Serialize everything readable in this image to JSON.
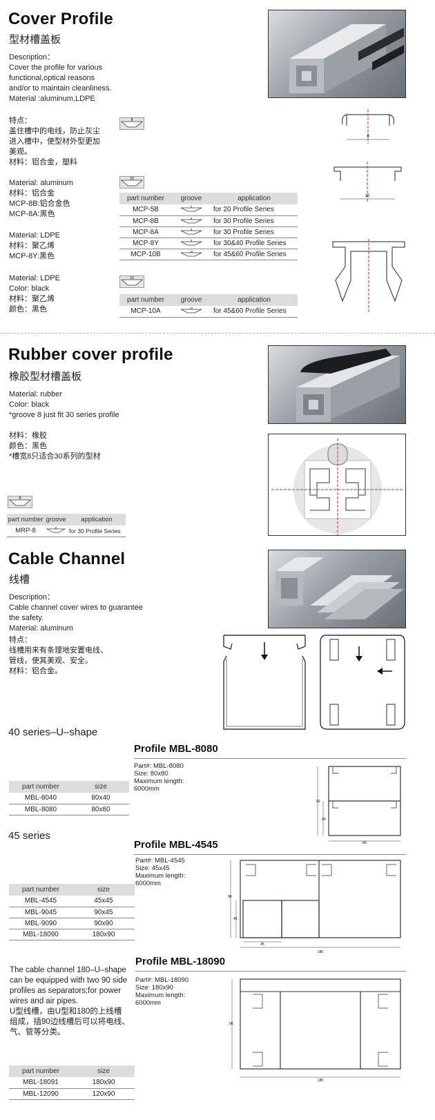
{
  "cover": {
    "title": "Cover Profile",
    "title_cn": "型材槽盖板",
    "desc": [
      "Description：",
      "Cover the profile for various",
      "functional,optical reasons",
      "and/or to maintain cleanliness.",
      "Material :aluminum,LDPE"
    ],
    "desc_cn": [
      "特点：",
      "盖住槽中的电线，防止灰尘",
      "进入槽中，使型材外型更加",
      "美观。",
      "材料：铝合金，塑料"
    ],
    "mat1": [
      "Material: aluminum",
      "材料：铝合金",
      "MCP-8B:铝合金色",
      "MCP-8A:黑色"
    ],
    "mat2": [
      "Material: LDPE",
      "材料：聚乙烯",
      "MCP-8Y:黑色"
    ],
    "mat3": [
      "Material: LDPE",
      "Color: black",
      "材料：聚乙烯",
      "颜色：黑色"
    ],
    "icon8": "8",
    "icon10": "10",
    "dim8": "8",
    "dim10": "10",
    "table1": {
      "headers": [
        "part number",
        "groove",
        "application"
      ],
      "rows": [
        {
          "part": "MCP-5B",
          "groove": "5",
          "app": "for 20 Profile Series"
        },
        {
          "part": "MCP-8B",
          "groove": "8",
          "app": "for 30 Profile Series"
        },
        {
          "part": "MCP-8A",
          "groove": "8",
          "app": "for 30 Profile Series"
        },
        {
          "part": "MCP-8Y",
          "groove": "8",
          "app": "for 30&40 Profile Series"
        },
        {
          "part": "MCP-10B",
          "groove": "10",
          "app": "for 45&60 Profile Series"
        }
      ]
    },
    "table2": {
      "headers": [
        "part number",
        "groove",
        "application"
      ],
      "rows": [
        {
          "part": "MCP-10A",
          "groove": "10",
          "app": "for 45&60 Profile Series"
        }
      ]
    }
  },
  "rubber": {
    "title": "Rubber cover profile",
    "title_cn": "橡胶型材槽盖板",
    "desc": [
      "Material: rubber",
      "Color: black",
      "*groove 8 just fit 30 series profile"
    ],
    "desc_cn": [
      "材料：橡胶",
      "颜色：黑色",
      "*槽宽8只适合30系列的型材"
    ],
    "icon8": "8",
    "table": {
      "headers": [
        "part number",
        "groove",
        "application"
      ],
      "rows": [
        {
          "part": "MRP-8",
          "groove": "8",
          "app": "for 30 Profile Series"
        }
      ]
    }
  },
  "cable": {
    "title": "Cable Channel",
    "title_cn": "线槽",
    "desc": [
      "Description：",
      "Cable channel cover wires to guarantee",
      "the safety.",
      "Material: aluminum"
    ],
    "desc_cn": [
      "特点：",
      "线槽用来有条理地安置电线、",
      "管线，使其美观、安全。",
      "材料：铝合金。"
    ],
    "series40": "40 series–U–shape",
    "series45": "45 series",
    "table40": {
      "headers": [
        "part number",
        "size"
      ],
      "rows": [
        {
          "part": "MBL-8040",
          "size": "80x40"
        },
        {
          "part": "MBL-8080",
          "size": "80x80"
        }
      ]
    },
    "table45": {
      "headers": [
        "part number",
        "size"
      ],
      "rows": [
        {
          "part": "MBL-4545",
          "size": "45x45"
        },
        {
          "part": "MBL-9045",
          "size": "90x45"
        },
        {
          "part": "MBL-9090",
          "size": "90x90"
        },
        {
          "part": "MBL-18090",
          "size": "180x90"
        }
      ]
    },
    "note": [
      "The cable channel 180–U–shape",
      "can be equipped with two 90 side",
      "profiles as separators;for power",
      "wires and air pipes."
    ],
    "note_cn": [
      "U型线槽，由U型和180的上线槽",
      "组成，插90边线槽后可以将电线、",
      "气、管等分类。"
    ],
    "table180": {
      "headers": [
        "part number",
        "size"
      ],
      "rows": [
        {
          "part": "MBL-18091",
          "size": "180x90"
        },
        {
          "part": "MBL-12090",
          "size": "120x90"
        }
      ]
    },
    "p8080": {
      "title": "Profile MBL-8080",
      "info": [
        "Part#: MBL-8080",
        "Size: 80x80",
        "Maximum length:",
        "6000mm"
      ],
      "dimh": "80",
      "dimv1": "40",
      "dimv2": "40"
    },
    "p4545": {
      "title": "Profile MBL-4545",
      "info": [
        "Part#: MBL-4545",
        "Size: 45x45",
        "Maximum length:",
        "6000mm"
      ],
      "dimh1": "45",
      "dimh2": "180",
      "dimv1": "45",
      "dimv2": "90"
    },
    "p18090": {
      "title": "Profile MBL-18090",
      "info": [
        "Part#: MBL-18090",
        "Size: 180x90",
        "Maximum length:",
        "6000mm"
      ],
      "dimh": "180",
      "dimv": "90"
    }
  }
}
